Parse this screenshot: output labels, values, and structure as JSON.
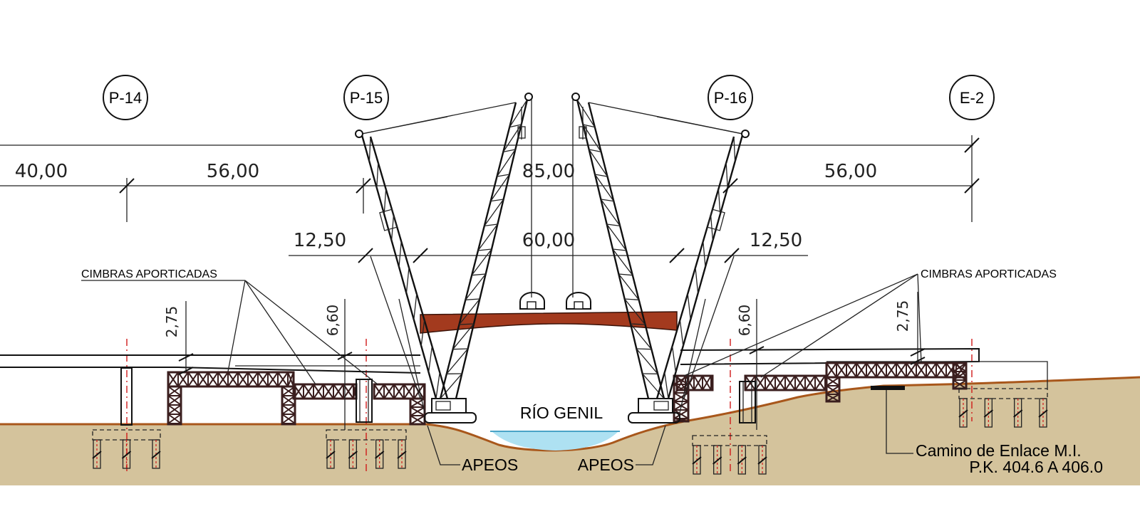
{
  "piers": [
    {
      "id": "p14",
      "label": "P-14"
    },
    {
      "id": "p15",
      "label": "P-15"
    },
    {
      "id": "p16",
      "label": "P-16"
    },
    {
      "id": "e2",
      "label": "E-2"
    }
  ],
  "spans_upper": [
    "40,00",
    "56,00",
    "85,00",
    "56,00"
  ],
  "spans_lower": [
    "12,50",
    "60,00",
    "12,50"
  ],
  "heights": {
    "left_275": "2,75",
    "left_660": "6,60",
    "right_660": "6,60",
    "right_275": "2,75"
  },
  "labels": {
    "cimbras_left": "CIMBRAS APORTICADAS",
    "cimbras_right": "CIMBRAS APORTICADAS",
    "river": "RÍO GENIL",
    "apeos_left": "APEOS",
    "apeos_right": "APEOS",
    "camino_line1": "Camino de Enlace M.I.",
    "camino_line2": "P.K. 404.6 A 406.0"
  },
  "colors": {
    "ground": "#d4c39c",
    "terrain_line": "#a8571b",
    "girder": "#a33a1e",
    "water": "#aee1f2",
    "frame": "#3a1e1e",
    "axis": "#d01a1a"
  }
}
